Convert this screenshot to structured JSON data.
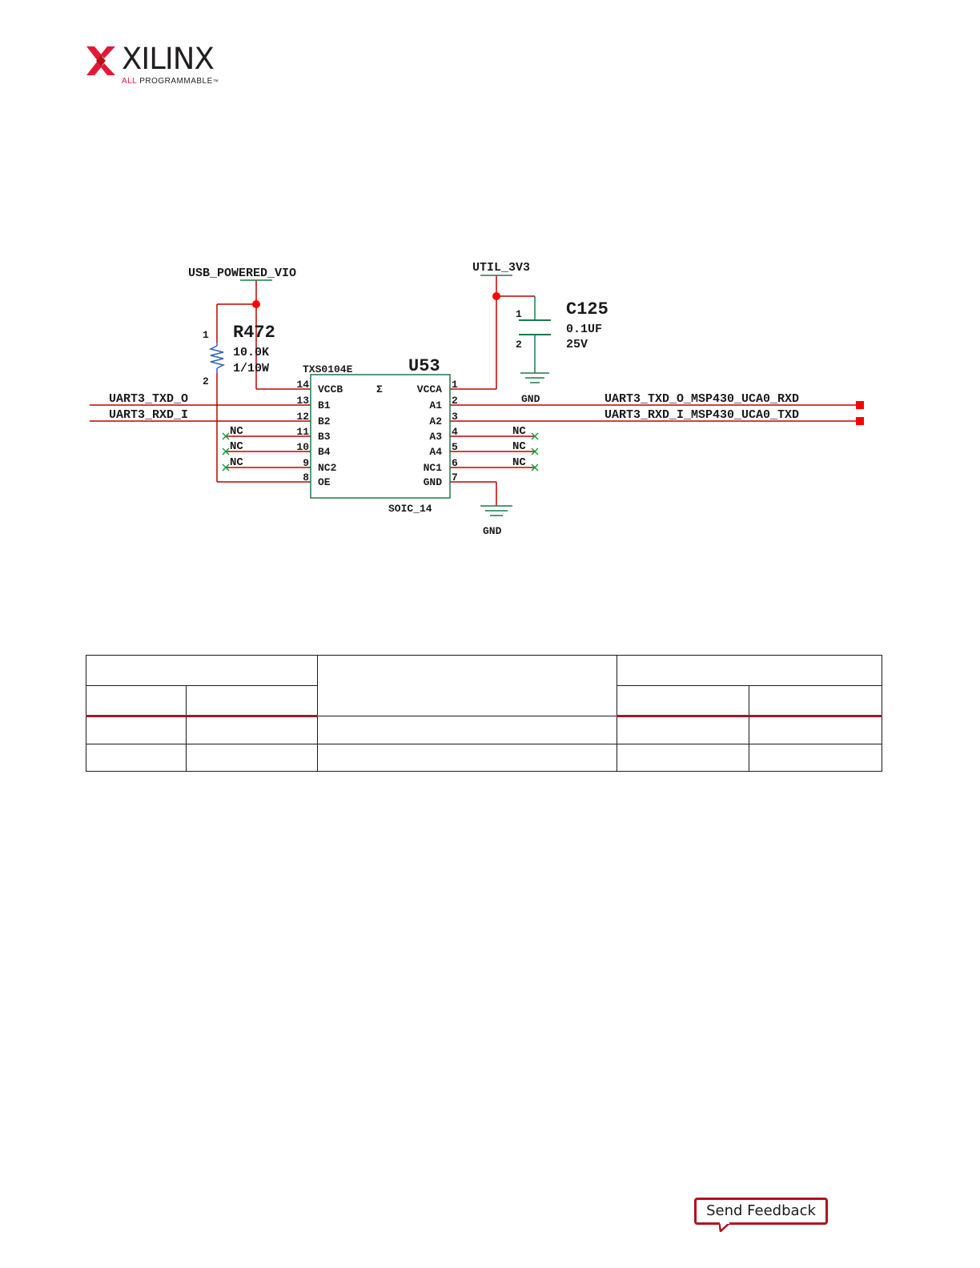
{
  "header": {
    "logo_word": "XILINX",
    "logo_tag_prefix": "ALL",
    "logo_tag_rest": " PROGRAMMABLE",
    "logo_tag_tm": "™"
  },
  "schematic": {
    "colors": {
      "wire": "#c00000",
      "wire_blue": "#3060c0",
      "component": "#1a7a4a",
      "nc_mark": "#1a9a3a",
      "port": "#ff0000"
    },
    "net_usb_vio": "USB_POWERED_VIO",
    "net_util_3v3": "UTIL_3V3",
    "resistor": {
      "ref": "R472",
      "value": "10.0K",
      "power": "1/10W",
      "pin1": "1",
      "pin2": "2"
    },
    "capacitor": {
      "ref": "C125",
      "value": "0.1UF",
      "voltage": "25V",
      "pin1": "1",
      "pin2": "2"
    },
    "ic": {
      "part": "TXS0104E",
      "ref": "U53",
      "package": "SOIC_14",
      "sigma": "Σ"
    },
    "left_pins": [
      {
        "num": "14",
        "name": "VCCB"
      },
      {
        "num": "13",
        "name": "B1"
      },
      {
        "num": "12",
        "name": "B2"
      },
      {
        "num": "11",
        "name": "B3"
      },
      {
        "num": "10",
        "name": "B4"
      },
      {
        "num": "9",
        "name": "NC2"
      },
      {
        "num": "8",
        "name": "OE"
      }
    ],
    "right_pins": [
      {
        "num": "1",
        "name": "VCCA"
      },
      {
        "num": "2",
        "name": "A1"
      },
      {
        "num": "3",
        "name": "A2"
      },
      {
        "num": "4",
        "name": "A3"
      },
      {
        "num": "5",
        "name": "A4"
      },
      {
        "num": "6",
        "name": "NC1"
      },
      {
        "num": "7",
        "name": "GND"
      }
    ],
    "left_signals": [
      "UART3_TXD_O",
      "UART3_RXD_I"
    ],
    "right_signals": [
      "UART3_TXD_O_MSP430_UCA0_RXD",
      "UART3_RXD_I_MSP430_UCA0_TXD"
    ],
    "nc_label": "NC",
    "gnd_label": "GND"
  },
  "footer": {
    "feedback_label": "Send Feedback"
  }
}
